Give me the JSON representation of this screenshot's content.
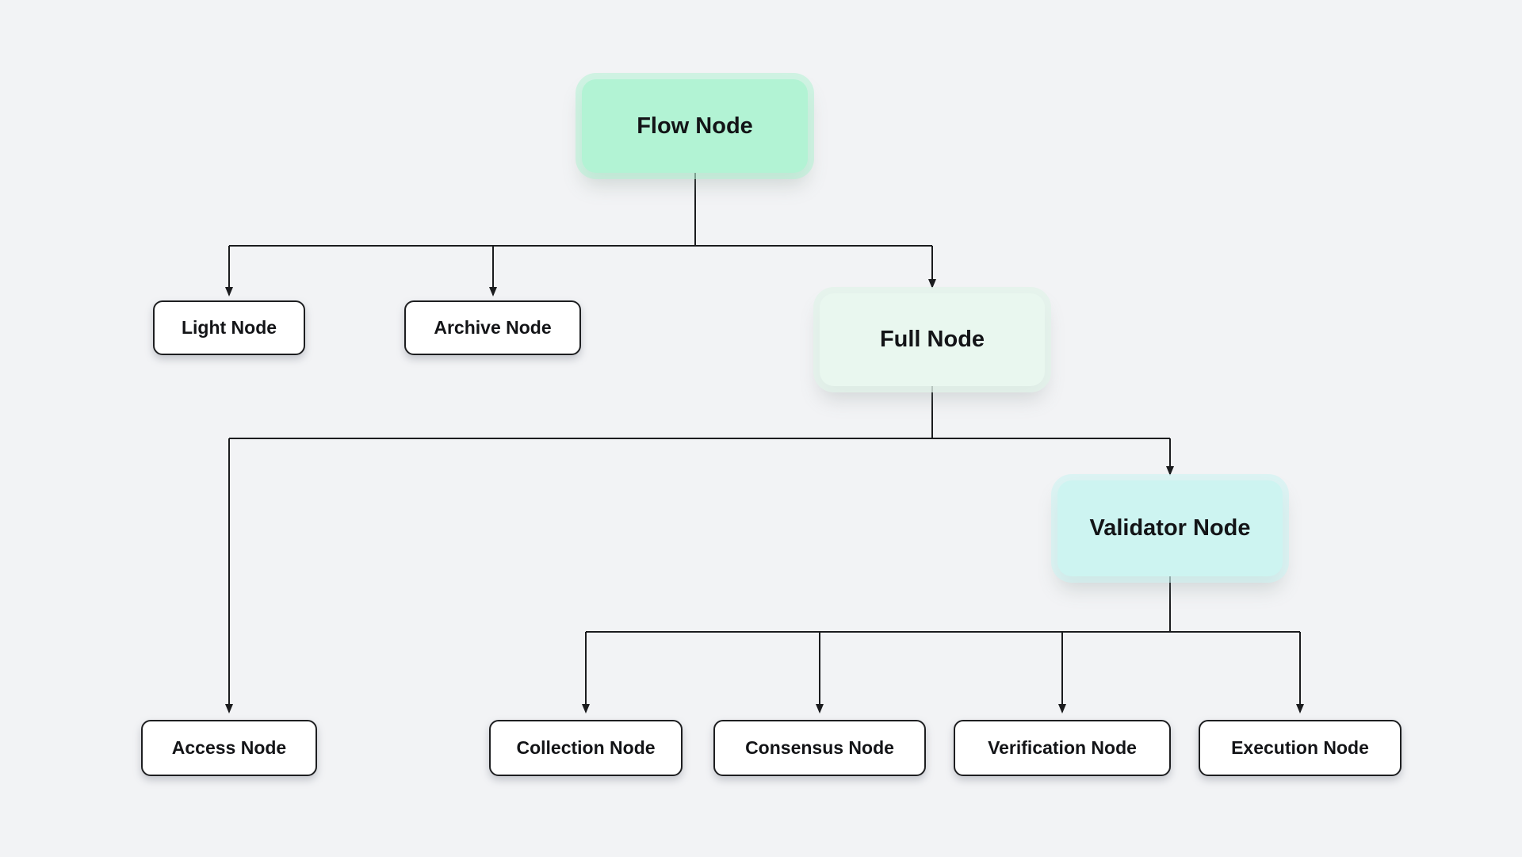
{
  "diagram": {
    "background_color": "#f2f3f5",
    "connector_color": "#1b1c1e",
    "text_color": "#131417",
    "nodes": [
      {
        "id": "flow",
        "label": "Flow Node",
        "fill": "#b2f3d4",
        "style": "mint"
      },
      {
        "id": "light",
        "label": "Light Node",
        "fill": "#ffffff",
        "style": "plain"
      },
      {
        "id": "archive",
        "label": "Archive Node",
        "fill": "#ffffff",
        "style": "plain"
      },
      {
        "id": "full",
        "label": "Full Node",
        "fill": "#e9f7ef",
        "style": "pale-green"
      },
      {
        "id": "validator",
        "label": "Validator Node",
        "fill": "#cdf4f1",
        "style": "cyan"
      },
      {
        "id": "access",
        "label": "Access Node",
        "fill": "#ffffff",
        "style": "plain"
      },
      {
        "id": "collection",
        "label": "Collection Node",
        "fill": "#ffffff",
        "style": "plain"
      },
      {
        "id": "consensus",
        "label": "Consensus Node",
        "fill": "#ffffff",
        "style": "plain"
      },
      {
        "id": "verification",
        "label": "Verification Node",
        "fill": "#ffffff",
        "style": "plain"
      },
      {
        "id": "execution",
        "label": "Execution Node",
        "fill": "#ffffff",
        "style": "plain"
      }
    ],
    "edges": [
      {
        "from": "flow",
        "to": "light"
      },
      {
        "from": "flow",
        "to": "archive"
      },
      {
        "from": "flow",
        "to": "full"
      },
      {
        "from": "full",
        "to": "access"
      },
      {
        "from": "full",
        "to": "validator"
      },
      {
        "from": "validator",
        "to": "collection"
      },
      {
        "from": "validator",
        "to": "consensus"
      },
      {
        "from": "validator",
        "to": "verification"
      },
      {
        "from": "validator",
        "to": "execution"
      }
    ]
  }
}
